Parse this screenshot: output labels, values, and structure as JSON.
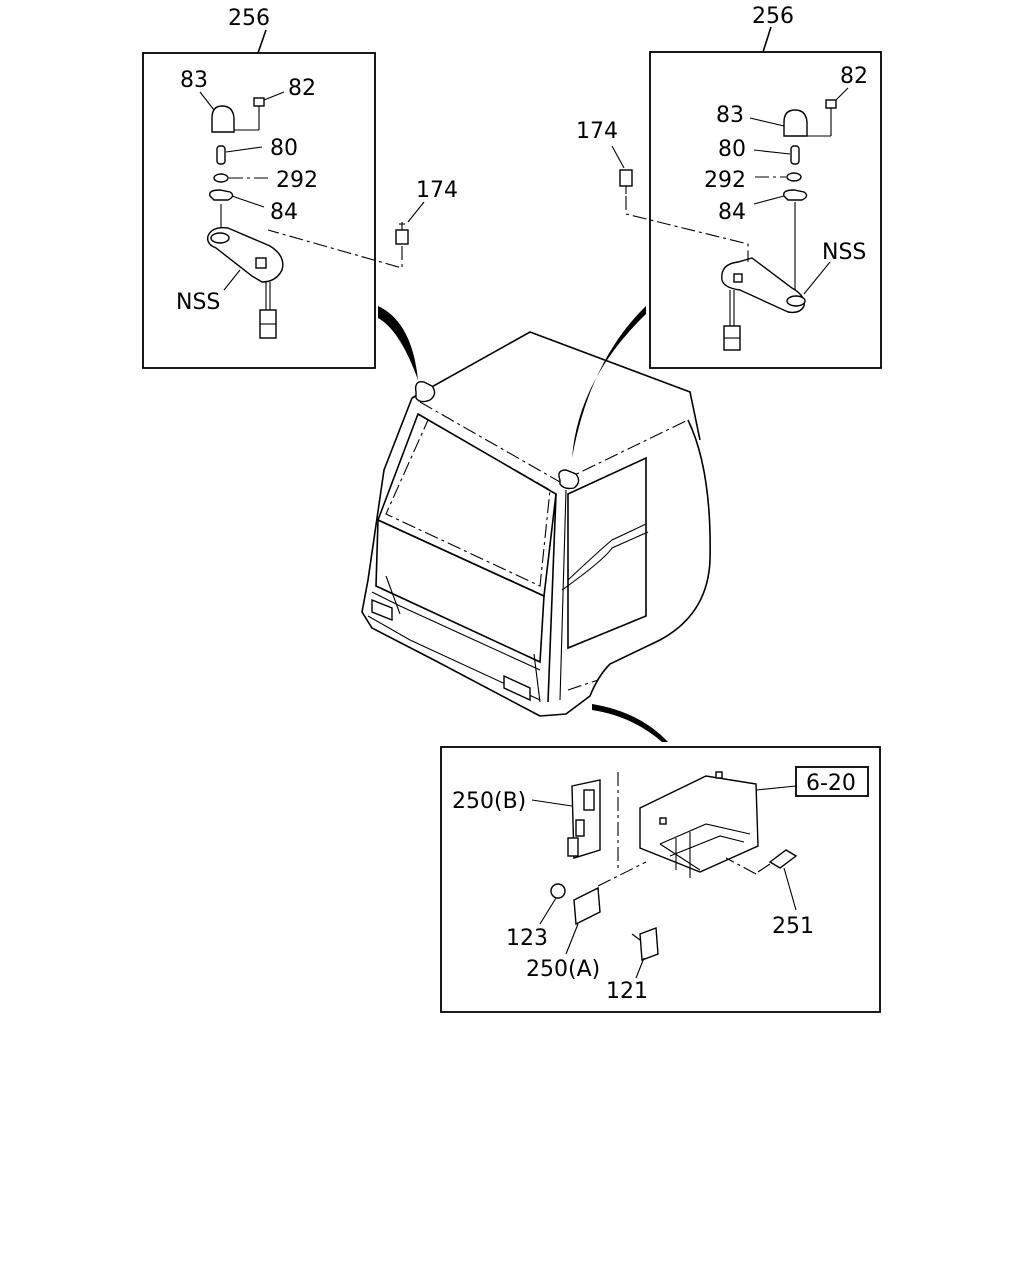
{
  "callouts": {
    "left_panel": {
      "group": "256",
      "p83": "83",
      "p82": "82",
      "p80": "80",
      "p292": "292",
      "p84": "84",
      "nss": "NSS"
    },
    "left_bolt": "174",
    "right_panel": {
      "group": "256",
      "p82": "82",
      "p83": "83",
      "p80": "80",
      "p292": "292",
      "p84": "84",
      "nss": "NSS"
    },
    "right_bolt": "174",
    "bottom_panel": {
      "p250b": "250(B)",
      "ref": "6-20",
      "p251": "251",
      "p123": "123",
      "p250a": "250(A)",
      "p121": "121"
    }
  }
}
